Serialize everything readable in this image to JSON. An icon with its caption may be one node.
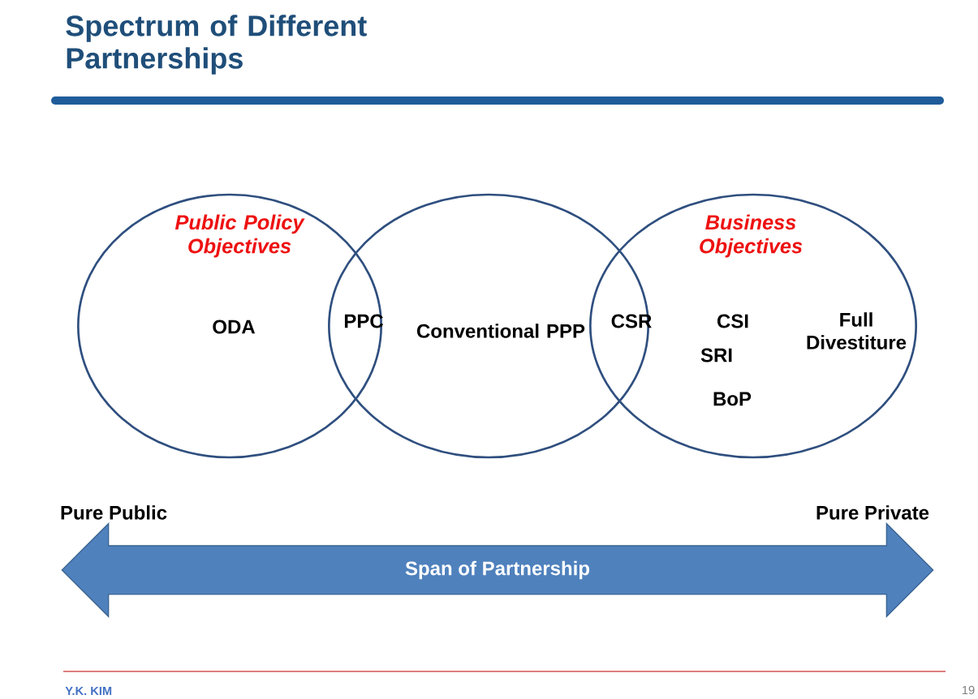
{
  "diagram": {
    "title": "Spectrum of Different Partnerships",
    "nodes": [
      {
        "text": [
          "Public Policy Objectives",
          "ODA"
        ]
      },
      {
        "text": [
          "Conventional PPP"
        ]
      },
      {
        "text": [
          "Business Objectives",
          "CSI",
          "SRI",
          "BoP",
          "Full Divestiture"
        ]
      },
      {
        "text": [
          "Span of Partnership"
        ]
      }
    ],
    "labels": [
      "PPC",
      "CSR",
      "Pure Public",
      "Pure Private",
      "Y.K. KIM",
      "19"
    ]
  }
}
